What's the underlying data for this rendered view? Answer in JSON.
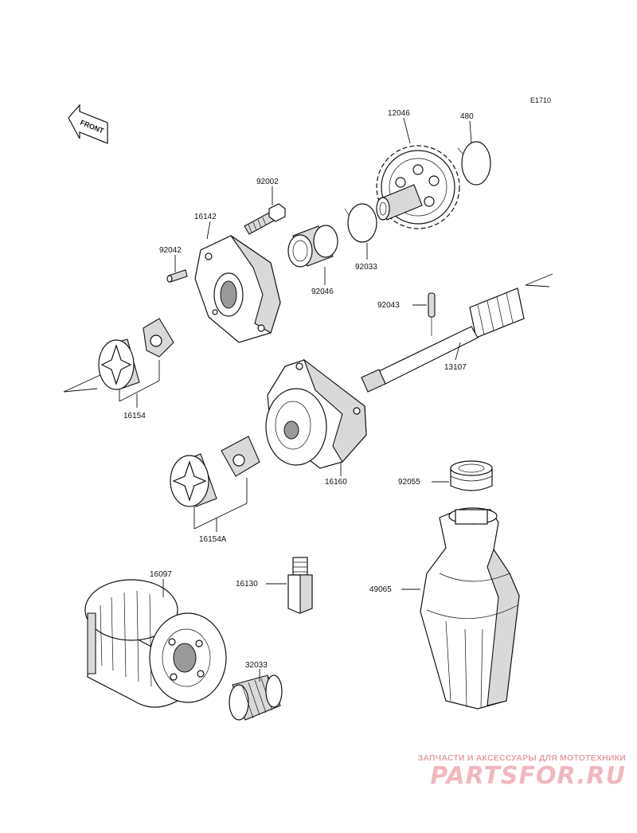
{
  "diagram_code": "E1710",
  "front_label": "FRONT",
  "parts": {
    "p12046": "12046",
    "p480": "480",
    "p92002": "92002",
    "p16142": "16142",
    "p92042": "92042",
    "p92046": "92046",
    "p92033": "92033",
    "p92043": "92043",
    "p13107": "13107",
    "p16154": "16154",
    "p16160": "16160",
    "p92055": "92055",
    "p16154A": "16154A",
    "p16097": "16097",
    "p16130": "16130",
    "p49065": "49065",
    "p32033": "32033"
  },
  "watermark": {
    "tagline": "ЗАПЧАСТИ И АКСЕССУАРЫ ДЛЯ МОТОТЕХНИКИ",
    "logo": "PARTSFOR.RU",
    "color": "#f0b8be"
  }
}
